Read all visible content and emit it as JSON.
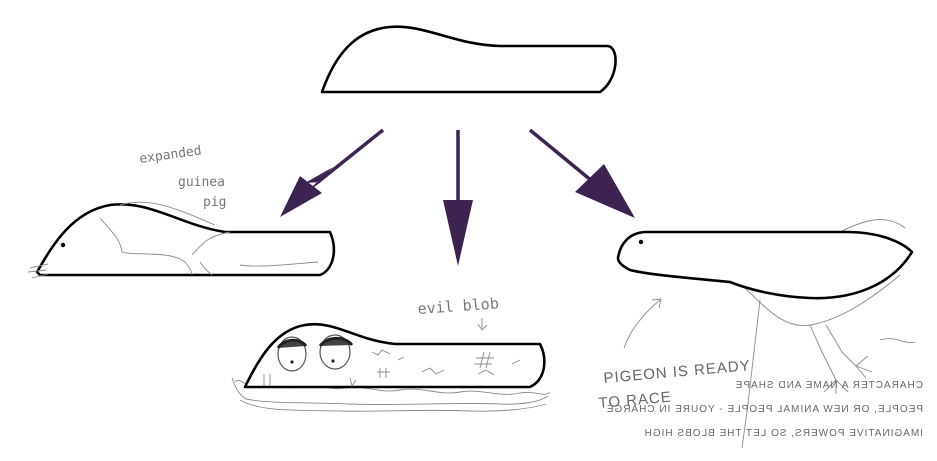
{
  "colors": {
    "arrow": "#3d2352",
    "outline": "#000000",
    "pencil": "#8a8a8a"
  },
  "annotations": {
    "guinea_pig_line1": "expanded",
    "guinea_pig_line2": "guinea",
    "guinea_pig_line3": "pig",
    "blob_note": "evil blob",
    "pigeon_line1": "PIGEON IS READY",
    "pigeon_line2": "TO RACE"
  },
  "mirrored_notes": {
    "line1": "CHARACTER A NAME AND SHAPE",
    "line2": "PEOPLE, OR NEW ANIMAL PEOPLE - YOURE IN CHARGE",
    "line3": "IMAGINATIVE POWERS, SO LET THE BLOBS HIGH"
  }
}
